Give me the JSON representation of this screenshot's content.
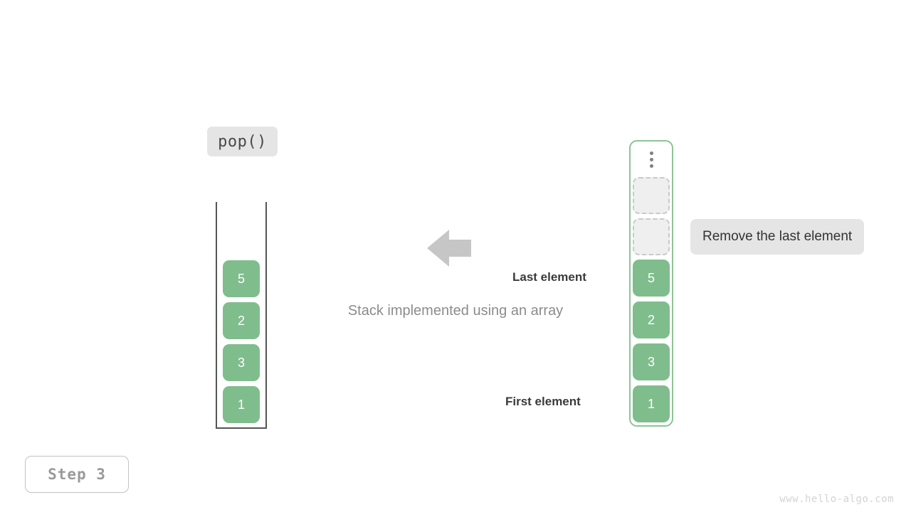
{
  "operation": {
    "badge_label": "pop()"
  },
  "left_stack": {
    "name": "array-container",
    "items": [
      "5",
      "2",
      "3",
      "1"
    ]
  },
  "right_stack": {
    "name": "stack-list",
    "overflow_icon": "vertical-ellipsis-icon",
    "empty_slots": 2,
    "items": [
      "5",
      "2",
      "3",
      "1"
    ]
  },
  "annotations": {
    "last_element": "Last element",
    "first_element": "First element",
    "note": "Remove the last element"
  },
  "caption": {
    "text": "Stack implemented using an array"
  },
  "arrow": {
    "icon": "arrow-left-icon",
    "direction": "left"
  },
  "footer": {
    "step_label": "Step 3",
    "watermark": "www.hello-algo.com"
  },
  "colors": {
    "accent_green": "#80bd8d",
    "border_green": "#8cc496",
    "badge_gray": "#e5e5e5",
    "arrow_gray": "#c6c6c6",
    "text_dark": "#3a3a3a",
    "text_muted": "#8c8c8c"
  }
}
